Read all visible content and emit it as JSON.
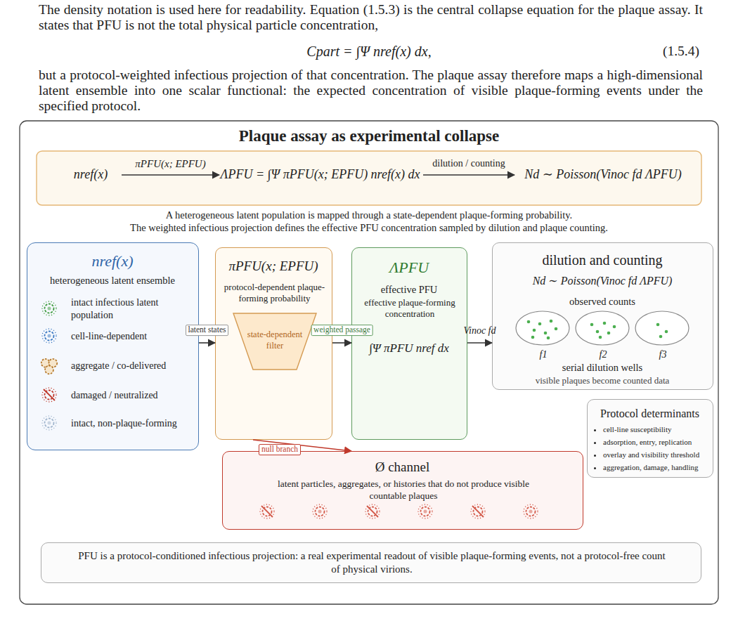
{
  "diagram": {
    "title": "Plaque assay as experimental collapse",
    "nodes": [
      {
        "text": [
          "nref(x)"
        ]
      },
      {
        "text": [
          "ΛPFU = ∫Ψ πPFU(x; EPFU) nref(x) dx"
        ]
      },
      {
        "text": [
          "Nd ∼ Poisson(Vinoc fd ΛPFU)"
        ]
      },
      {
        "text": [
          "nref(x)",
          "heterogeneous latent ensemble",
          "intact infectious latent population",
          "cell-line-dependent",
          "aggregate / co-delivered",
          "damaged / neutralized",
          "intact, non-plaque-forming"
        ]
      },
      {
        "text": [
          "πPFU(x; EPFU)",
          "protocol-dependent plaque-forming probability"
        ]
      },
      {
        "text": [
          "state-dependent filter"
        ],
        "in": 4
      },
      {
        "text": [
          "ΛPFU",
          "effective PFU",
          "effective plaque-forming concentration",
          "∫Ψ πPFU nref dx"
        ]
      },
      {
        "text": [
          "dilution and counting",
          "Nd ∼ Poisson(Vinoc fd ΛPFU)",
          "observed counts",
          "f1",
          "f2",
          "f3",
          "serial dilution wells",
          "visible plaques become counted data"
        ]
      },
      {
        "text": [
          "Protocol determinants",
          "cell-line susceptibility",
          "adsorption, entry, replication",
          "overlay and visibility threshold",
          "aggregation, damage, handling"
        ]
      },
      {
        "text": [
          "Ø channel",
          "latent particles, aggregates, or histories that do not produce visible countable plaques"
        ]
      },
      {
        "text": [
          "PFU is a protocol-conditioned infectious projection: a real experimental readout of visible plaque-forming events, not a protocol-free count of physical virions."
        ]
      }
    ],
    "edges": [
      {
        "from": 0,
        "to": 1,
        "arrow": "to",
        "label": "πPFU(x; EPFU)"
      },
      {
        "from": 1,
        "to": 2,
        "arrow": "to",
        "label": "dilution / counting"
      },
      {
        "from": 3,
        "to": 4,
        "arrow": "to",
        "label": "latent states"
      },
      {
        "from": 4,
        "to": 6,
        "arrow": "to",
        "label": "weighted passage"
      },
      {
        "from": 6,
        "to": 7,
        "arrow": "to",
        "label": "Vinoc fd"
      },
      {
        "from": 4,
        "to": 9,
        "arrow": "to",
        "label": "null branch"
      }
    ],
    "labels": [
      "The density notation is used here for readability. Equation (1.5.3) is the central collapse equation for the plaque assay. It states that PFU is not the total physical particle concentration,",
      "Cpart = ∫Ψ nref(x) dx,",
      "(1.5.4)",
      "but a protocol-weighted infectious projection of that concentration. The plaque assay therefore maps a high-dimensional latent ensemble into one scalar functional: the expected concentration of visible plaque-forming events under the specified protocol.",
      "A heterogeneous latent population is mapped through a state-dependent plaque-forming probability.",
      "The weighted infectious projection defines the effective PFU concentration sampled by dilution and plaque counting."
    ]
  }
}
